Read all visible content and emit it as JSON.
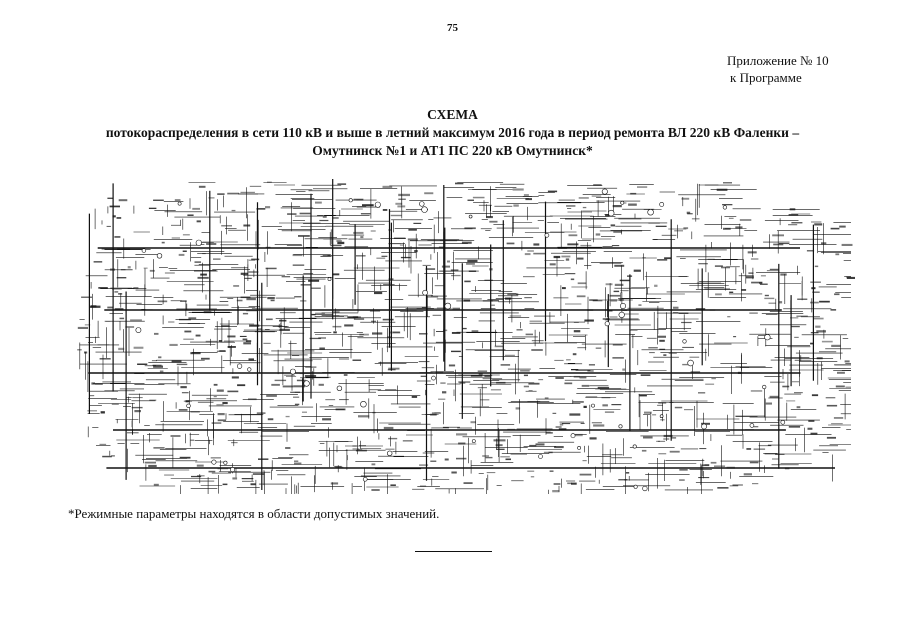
{
  "page": {
    "number": "75"
  },
  "appendix": {
    "line1": "Приложение № 10",
    "line2": "к Программе"
  },
  "title": {
    "line1": "СХЕМА",
    "line2": "потокораспределения в сети 110 кВ и выше в летний максимум 2016 года в период ремонта ВЛ 220 кВ Фаленки –",
    "line3": "Омутнинск №1 и АТ1 ПС 220 кВ Омутнинск*"
  },
  "footnote": {
    "text": "*Режимные параметры находятся в области допустимых значений."
  },
  "colors": {
    "ink": "#111111",
    "paper": "#ffffff"
  }
}
